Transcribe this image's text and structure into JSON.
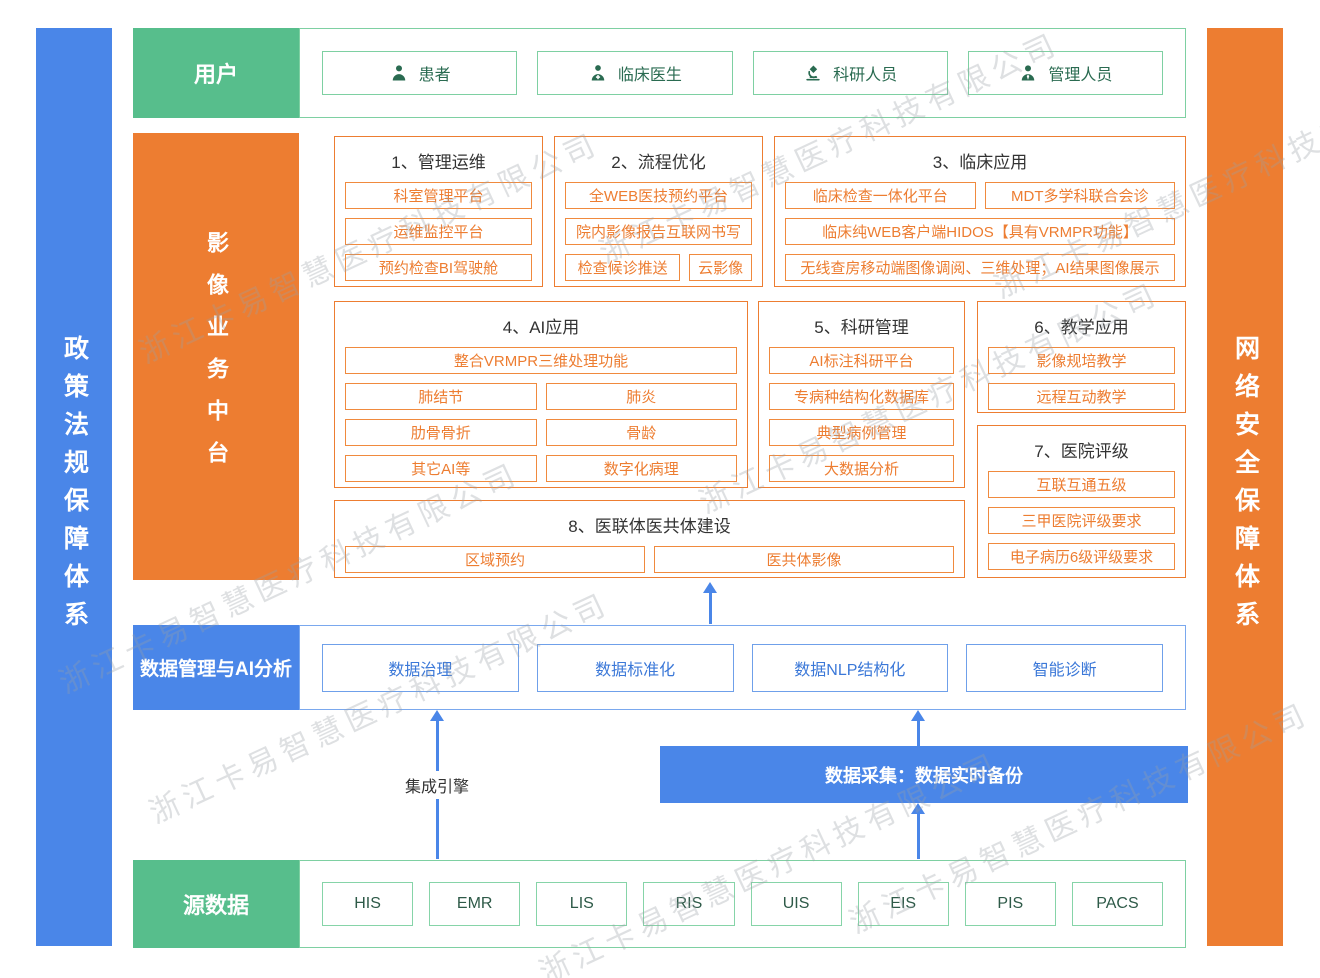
{
  "watermark": {
    "text": "浙江卡易智慧医疗科技有限公司"
  },
  "left_bar": {
    "label": "政策法规保障体系"
  },
  "right_bar": {
    "label": "网络安全保障体系"
  },
  "users": {
    "label": "用户",
    "items": [
      {
        "icon": "patient-icon",
        "label": "患者"
      },
      {
        "icon": "doctor-icon",
        "label": "临床医生"
      },
      {
        "icon": "microscope-icon",
        "label": "科研人员"
      },
      {
        "icon": "manager-icon",
        "label": "管理人员"
      }
    ]
  },
  "platform": {
    "label": "影像业务中台",
    "sections": [
      {
        "title": "1、管理运维",
        "rows": [
          [
            "科室管理平台"
          ],
          [
            "运维监控平台"
          ],
          [
            "预约检查BI驾驶舱"
          ]
        ]
      },
      {
        "title": "2、流程优化",
        "rows": [
          [
            "全WEB医技预约平台"
          ],
          [
            "院内影像报告互联网书写"
          ],
          [
            "检查候诊推送",
            "云影像"
          ]
        ]
      },
      {
        "title": "3、临床应用",
        "rows": [
          [
            "临床检查一体化平台",
            "MDT多学科联合会诊"
          ],
          [
            "临床纯WEB客户端HIDOS【具有VRMPR功能】"
          ],
          [
            "无线查房移动端图像调阅、三维处理；AI结果图像展示"
          ]
        ]
      },
      {
        "title": "4、AI应用",
        "rows": [
          [
            "整合VRMPR三维处理功能"
          ],
          [
            "肺结节",
            "肺炎"
          ],
          [
            "肋骨骨折",
            "骨龄"
          ],
          [
            "其它AI等",
            "数字化病理"
          ]
        ]
      },
      {
        "title": "5、科研管理",
        "rows": [
          [
            "AI标注科研平台"
          ],
          [
            "专病种结构化数据库"
          ],
          [
            "典型病例管理"
          ],
          [
            "大数据分析"
          ]
        ]
      },
      {
        "title": "6、教学应用",
        "rows": [
          [
            "影像规培教学"
          ],
          [
            "远程互动教学"
          ]
        ]
      },
      {
        "title": "7、医院评级",
        "rows": [
          [
            "互联互通五级"
          ],
          [
            "三甲医院评级要求"
          ],
          [
            "电子病历6级评级要求"
          ]
        ]
      },
      {
        "title": "8、医联体医共体建设",
        "rows": [
          [
            "区域预约",
            "医共体影像"
          ]
        ]
      }
    ]
  },
  "data_management": {
    "label": "数据管理与AI分析",
    "items": [
      "数据治理",
      "数据标准化",
      "数据NLP结构化",
      "智能诊断"
    ]
  },
  "integration": {
    "label": "集成引擎"
  },
  "collection": {
    "label": "数据采集：数据实时备份"
  },
  "source": {
    "label": "源数据",
    "items": [
      "HIS",
      "EMR",
      "LIS",
      "RIS",
      "UIS",
      "EIS",
      "PIS",
      "PACS"
    ]
  },
  "colors": {
    "green": "#57be8c",
    "orange": "#ed7d31",
    "blue": "#4a86e8"
  }
}
